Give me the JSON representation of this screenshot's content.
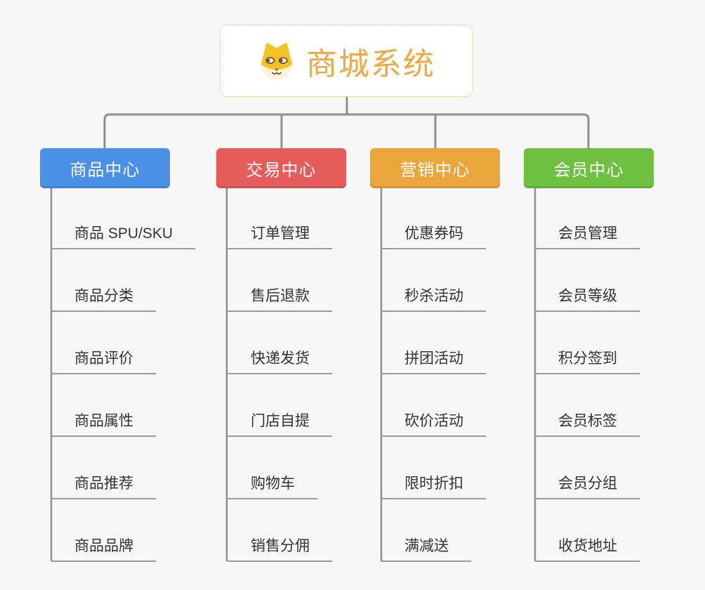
{
  "root": {
    "title": "商城系统",
    "icon": "dog-icon"
  },
  "branches": [
    {
      "title": "商品中心",
      "color": "#4a90e6",
      "items": [
        "商品 SPU/SKU",
        "商品分类",
        "商品评价",
        "商品属性",
        "商品推荐",
        "商品品牌"
      ]
    },
    {
      "title": "交易中心",
      "color": "#e65c5a",
      "items": [
        "订单管理",
        "售后退款",
        "快递发货",
        "门店自提",
        "购物车",
        "销售分佣"
      ]
    },
    {
      "title": "营销中心",
      "color": "#eaa53b",
      "items": [
        "优惠券码",
        "秒杀活动",
        "拼团活动",
        "砍价活动",
        "限时折扣",
        "满减送"
      ]
    },
    {
      "title": "会员中心",
      "color": "#6ec13e",
      "items": [
        "会员管理",
        "会员等级",
        "积分签到",
        "会员标签",
        "会员分组",
        "收货地址"
      ]
    }
  ],
  "colors": {
    "background": "#f7f7f7",
    "connector_line": "#8f8f8f",
    "item_underline": "#9a9a9a",
    "root_border": "#f0b254",
    "root_text": "#f0a843",
    "item_text": "#333333"
  }
}
